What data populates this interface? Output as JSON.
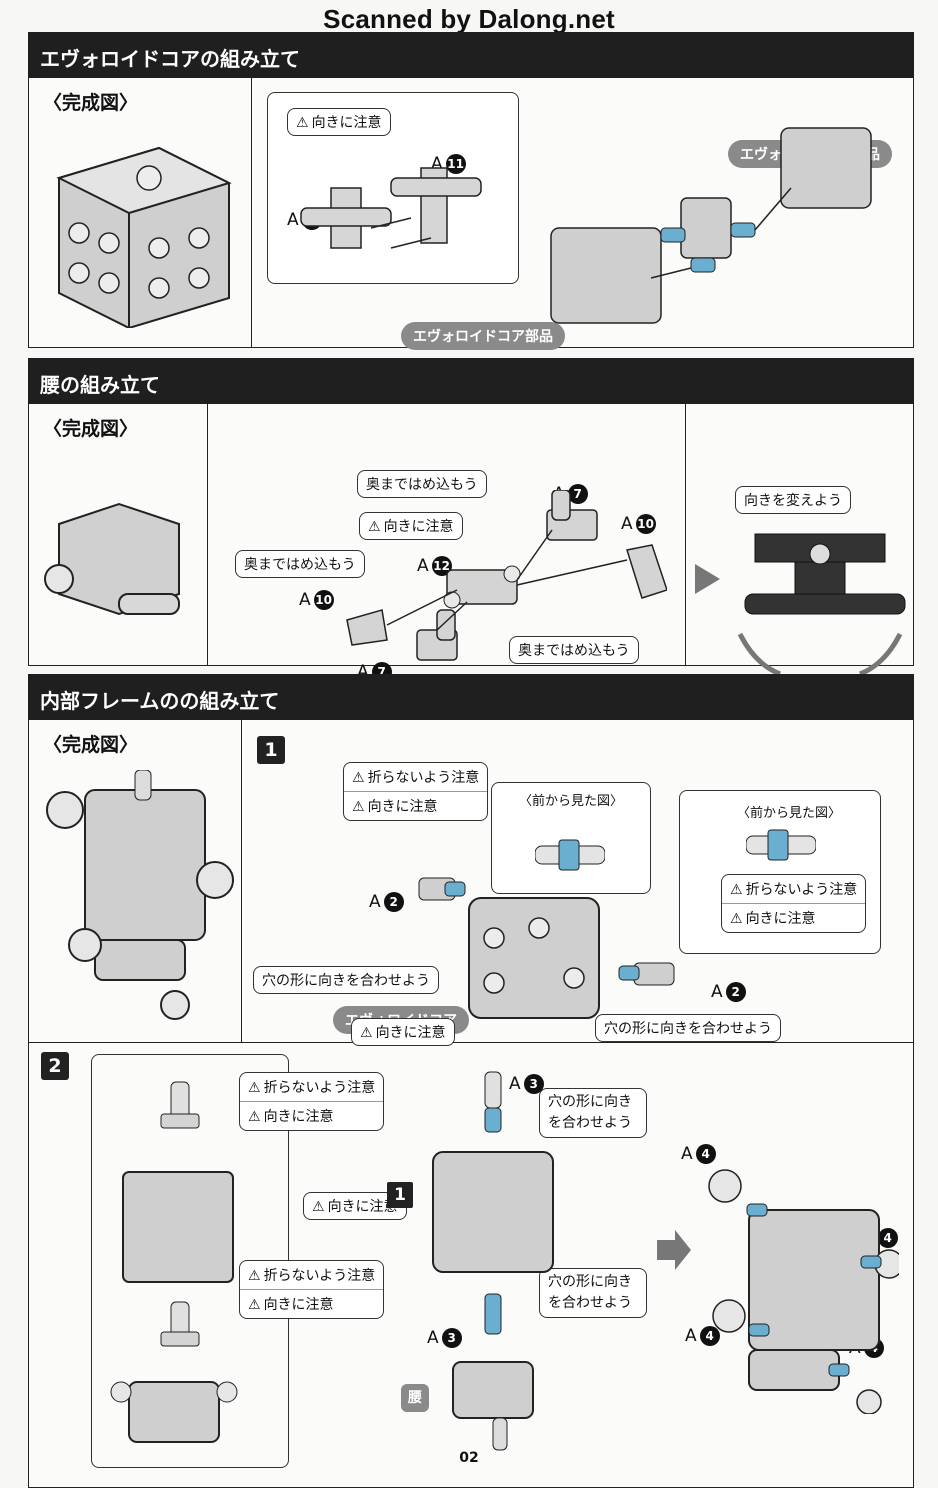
{
  "watermark": "Scanned by Dalong.net",
  "page_number": "02",
  "completed_label": "〈完成図〉",
  "sections": {
    "core": {
      "title": "エヴォロイドコアの組み立て",
      "callout_orientation": "向きに注意",
      "part_label": "A",
      "part_num": "11",
      "tag_parts_top": "エヴォロイドコア部品",
      "tag_parts_bottom": "エヴォロイドコア部品"
    },
    "hip": {
      "title": "腰の組み立て",
      "insert_fully": "奥まではめ込もう",
      "orientation": "向きに注意",
      "change_direction": "向きを変えよう",
      "part_a": "A",
      "num_7": "7",
      "num_10": "10",
      "num_12": "12"
    },
    "frame": {
      "title": "内部フレームのの組み立て",
      "step1": "1",
      "step2": "2",
      "dont_bend": "折らないよう注意",
      "orientation": "向きに注意",
      "front_view": "〈前から見た図〉",
      "align_hole": "穴の形に向きを合わせよう",
      "align_hole_line1": "穴の形に向き",
      "align_hole_line2": "を合わせよう",
      "core_tag": "エヴォロイドコア",
      "hip_tag": "腰",
      "part_a": "A",
      "num_2": "2",
      "num_3": "3",
      "num_4": "4",
      "sub_ref": "1"
    }
  },
  "colors": {
    "header_bg": "#1f1f1f",
    "part_gray": "#c9c9c9",
    "part_blue": "#6aaed0",
    "tag_gray": "#8a8a8a"
  }
}
